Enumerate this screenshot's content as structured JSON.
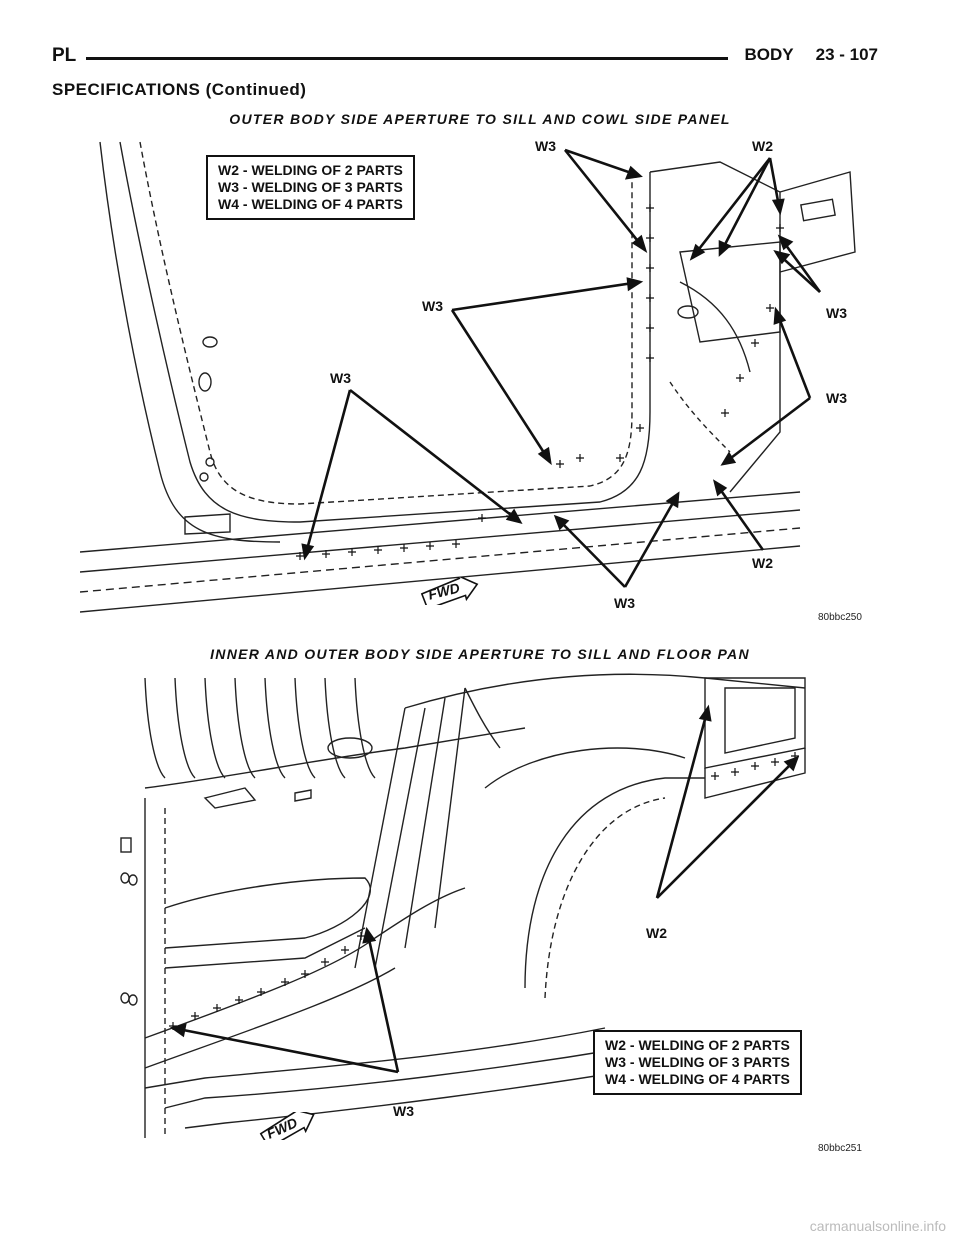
{
  "header": {
    "left": "PL",
    "section": "BODY",
    "page": "23 - 107"
  },
  "section_title": "SPECIFICATIONS (Continued)",
  "figure1": {
    "caption": "OUTER BODY SIDE APERTURE TO SILL AND COWL SIDE PANEL",
    "legend": [
      "W2 - WELDING OF 2 PARTS",
      "W3 - WELDING OF 3 PARTS",
      "W4 - WELDING OF 4 PARTS"
    ],
    "callouts": {
      "w3_top": "W3",
      "w2_top": "W2",
      "w3_right_upper": "W3",
      "w3_right_lower": "W3",
      "w3_center": "W3",
      "w3_left": "W3",
      "w2_bottom": "W2",
      "w3_bottom": "W3"
    },
    "fwd": "FWD",
    "code": "80bbc250"
  },
  "figure2": {
    "caption": "INNER AND OUTER BODY SIDE APERTURE TO SILL AND FLOOR PAN",
    "legend": [
      "W2 - WELDING OF 2 PARTS",
      "W3 - WELDING OF 3 PARTS",
      "W4 - WELDING OF 4 PARTS"
    ],
    "callouts": {
      "w2": "W2",
      "w3": "W3"
    },
    "fwd": "FWD",
    "code": "80bbc251"
  },
  "watermark": "carmanualsonline.info"
}
